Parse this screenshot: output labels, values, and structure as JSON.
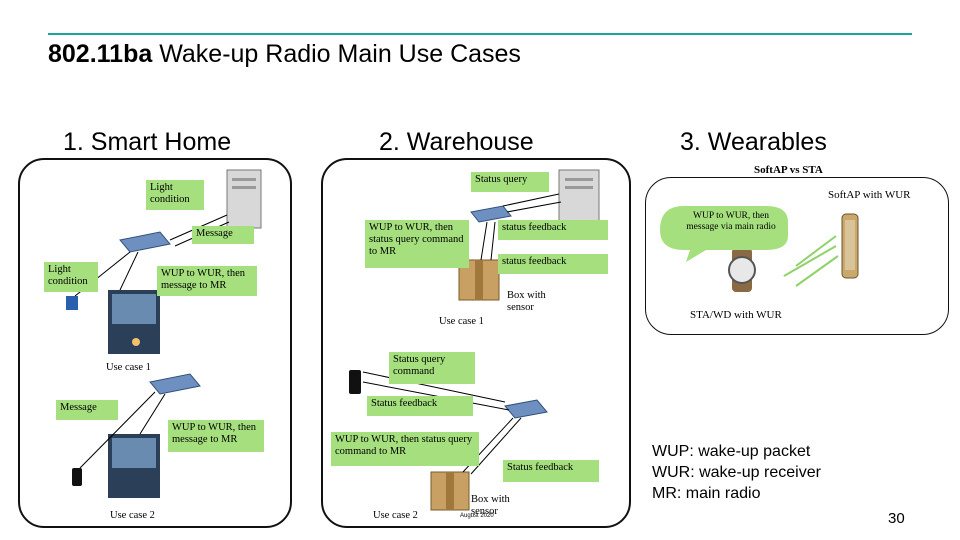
{
  "slide": {
    "title_bold": "802.11ba",
    "title_rest": " Wake-up Radio Main Use Cases",
    "footer_date": "August 2020",
    "page_number": "30",
    "accent_color": "#1aa39b"
  },
  "columns": [
    {
      "label": "1. Smart Home"
    },
    {
      "label": "2. Warehouse"
    },
    {
      "label": "3. Wearables"
    }
  ],
  "smart_home": {
    "light_condition_top": "Light condition",
    "message_top": "Message",
    "light_condition_left": "Light condition",
    "wup_top": "WUP to WUR, then message to MR",
    "use_case_1": "Use case 1",
    "message_bottom": "Message",
    "wup_bottom": "WUP to WUR, then message to MR",
    "use_case_2": "Use case 2"
  },
  "warehouse": {
    "status_query_top": "Status query",
    "wup_top": "WUP to WUR, then status query command to MR",
    "status_feedback_1": "status feedback",
    "status_feedback_2": "status feedback",
    "box_top": "Box with sensor",
    "use_case_1": "Use case 1",
    "status_query_command": "Status query command",
    "status_feedback_mid": "Status feedback",
    "wup_bottom": "WUP to WUR, then status query command to MR",
    "status_feedback_bottom": "Status feedback",
    "box_bottom": "Box with sensor",
    "use_case_2": "Use case 2"
  },
  "wearables": {
    "header": "SoftAP vs STA",
    "softap_label": "SoftAP with WUR",
    "bubble": "WUP to WUR, then message via main radio",
    "sta_label": "STA/WD with WUR"
  },
  "legend": {
    "line1": "WUP: wake-up packet",
    "line2": "WUR: wake-up receiver",
    "line3": "MR: main radio"
  }
}
